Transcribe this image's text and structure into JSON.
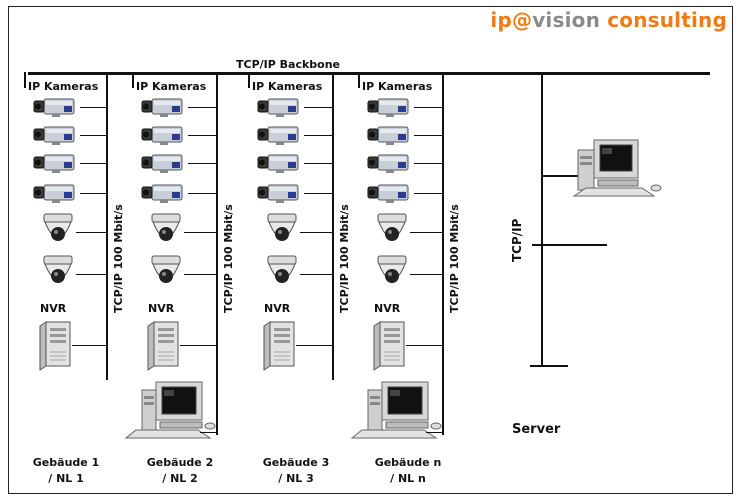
{
  "brand": {
    "part1": "ip@",
    "part2": "vision",
    "part3": " consulting"
  },
  "backbone_label": "TCP/IP  Backbone",
  "ip_cameras_label": "IP Kameras",
  "nvr_label": "NVR",
  "link_label": "TCP/IP 100 Mbit/s",
  "tcp_label": "TCP/IP",
  "server_label": "Server",
  "buildings": [
    {
      "line1": "Gebäude 1",
      "line2": "/ NL 1"
    },
    {
      "line1": "Gebäude 2",
      "line2": "/ NL 2"
    },
    {
      "line1": "Gebäude 3",
      "line2": "/ NL 3"
    },
    {
      "line1": "Gebäude n",
      "line2": "/ NL n"
    }
  ],
  "colors": {
    "brand_orange": "#f07b14",
    "brand_gray": "#8a8a8a",
    "line": "#111111"
  }
}
